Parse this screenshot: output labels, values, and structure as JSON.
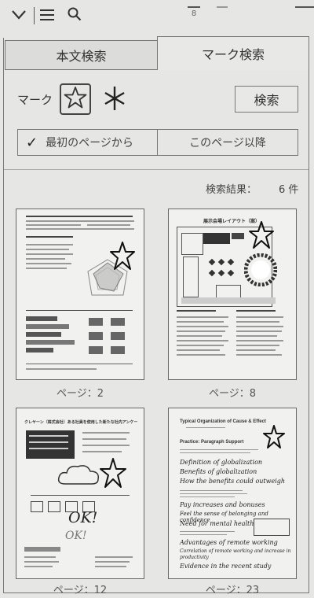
{
  "toolbar": {
    "icons": [
      "chevron-down-icon",
      "menu-icon",
      "search-icon"
    ],
    "page_indicator": "8"
  },
  "tabs": [
    {
      "label": "本文検索",
      "active": false
    },
    {
      "label": "マーク検索",
      "active": true
    }
  ],
  "mark": {
    "label": "マーク",
    "options": [
      "star-icon",
      "asterisk-icon"
    ],
    "selected": "star-icon"
  },
  "search_button": "検索",
  "range": {
    "from_first": "最初のページから",
    "from_this": "このページ以降",
    "selected": "from_first"
  },
  "results": {
    "label": "検索結果：",
    "count": "6 件"
  },
  "thumbnails": [
    {
      "caption": "ページ：2",
      "content": {
        "type": "report with radar chart and bar charts"
      }
    },
    {
      "caption": "ページ：8",
      "content": {
        "type": "floor layout plan",
        "title": "展示会場レイアウト（案）"
      }
    },
    {
      "caption": "ページ：12",
      "content": {
        "type": "diagram page",
        "title": "クレヤーン（株式会社）ある社員を使用した新たな社内アンケート",
        "handwriting": [
          "OK!",
          "OK!"
        ]
      }
    },
    {
      "caption": "ページ：23",
      "content": {
        "heading": "Typical Organization of Cause & Effect",
        "subheading": "Practice: Paragraph Support",
        "lines": [
          "Definition of globalization",
          "Benefits of globalization",
          "How the benefits could outweigh",
          "Pay increases and bonuses",
          "Feel the sense of belonging and confidence",
          "Need for mental health",
          "Advantages of remote working",
          "Correlation of remote working and increase in productivity",
          "Evidence in the recent study"
        ]
      }
    }
  ]
}
